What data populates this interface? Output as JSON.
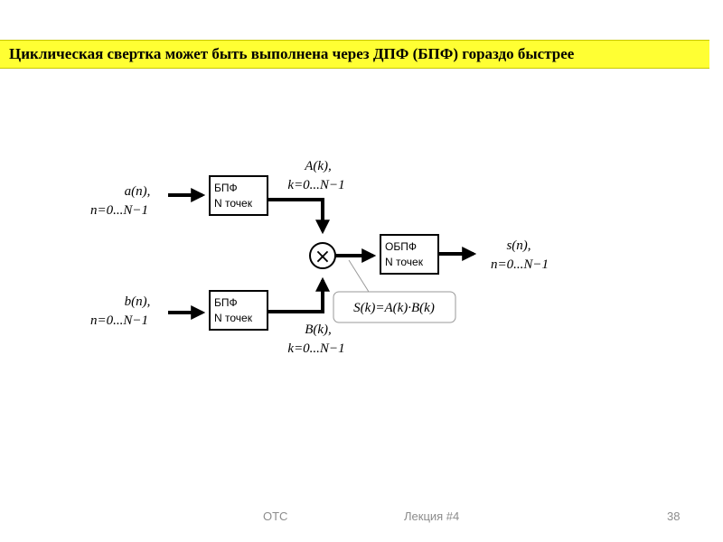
{
  "slide": {
    "title": "Циклическая свертка может быть выполнена через ДПФ (БПФ) гораздо быстрее"
  },
  "diagram": {
    "input_a": {
      "label_line1": "a(n),",
      "label_line2": "n=0...N−1"
    },
    "input_b": {
      "label_line1": "b(n),",
      "label_line2": "n=0...N−1"
    },
    "fft_block_a": {
      "line1": "БПФ",
      "line2": "N точек"
    },
    "fft_block_b": {
      "line1": "БПФ",
      "line2": "N точек"
    },
    "spectrum_a": {
      "label_line1": "A(k),",
      "label_line2": "k=0...N−1"
    },
    "spectrum_b": {
      "label_line1": "B(k),",
      "label_line2": "k=0...N−1"
    },
    "multiplier_symbol": "×",
    "ifft_block": {
      "line1": "ОБПФ",
      "line2": "N точек"
    },
    "output": {
      "label_line1": "s(n),",
      "label_line2": "n=0...N−1"
    },
    "product_formula": "S(k)=A(k)·B(k)"
  },
  "footer": {
    "left": "ОТС",
    "center": "Лекция #4",
    "page_number": "38"
  }
}
